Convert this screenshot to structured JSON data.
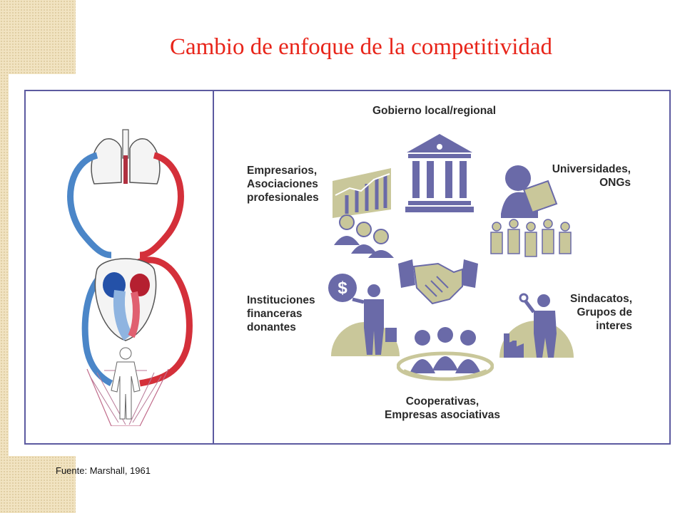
{
  "slide": {
    "title": "Cambio de enfoque de la competitividad",
    "source": "Fuente: Marshall, 1961"
  },
  "diagram": {
    "top_label": "Gobierno local/regional",
    "left_top_label": [
      "Empresarios,",
      "Asociaciones",
      "profesionales"
    ],
    "right_top_label": [
      "Universidades,",
      "ONGs"
    ],
    "left_bottom_label": [
      "Instituciones",
      "financeras",
      "donantes"
    ],
    "right_bottom_label": [
      "Sindacatos,",
      "Grupos de",
      "interes"
    ],
    "bottom_label": [
      "Cooperativas,",
      "Empresas asociativas"
    ]
  },
  "colors": {
    "title": "#e8251a",
    "frame": "#5c5aa0",
    "icon_dark": "#6a6aa8",
    "icon_light": "#c9c79a",
    "vein": "#4b86c8",
    "artery": "#d4303a",
    "strip": "#f1e3c1"
  }
}
